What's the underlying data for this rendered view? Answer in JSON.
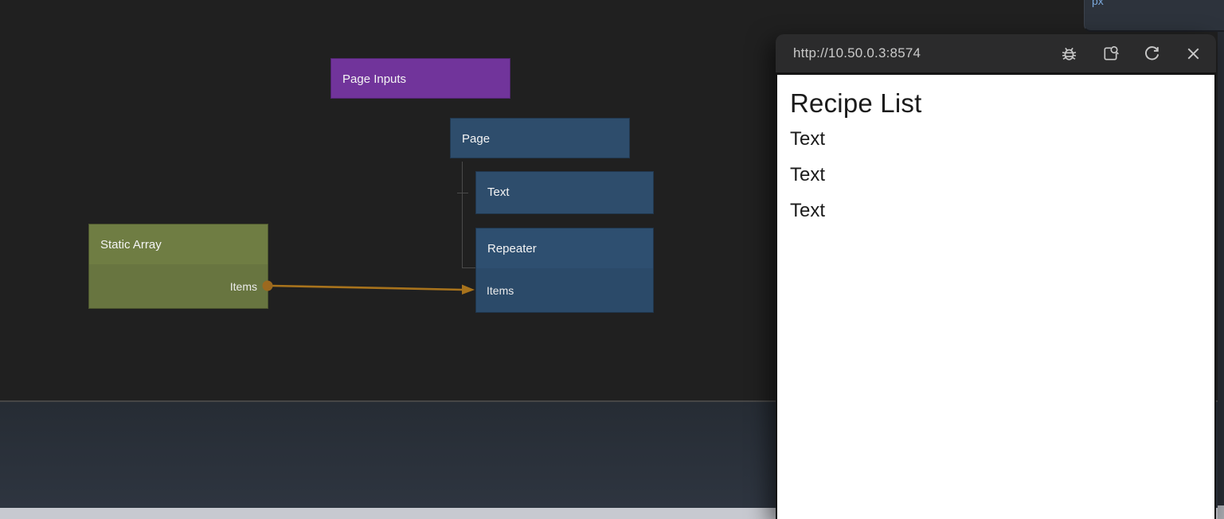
{
  "editor": {
    "nodes": {
      "page_inputs": {
        "label": "Page Inputs",
        "color": "#71349b"
      },
      "page": {
        "label": "Page",
        "color": "#2e4d6c"
      },
      "text": {
        "label": "Text",
        "color": "#2e4d6c"
      },
      "repeater": {
        "label": "Repeater",
        "color": "#2e4f70",
        "input_label": "Items"
      },
      "static_array": {
        "label": "Static Array",
        "color": "#6f7d43",
        "output_label": "Items"
      }
    },
    "wire_color": "#a8731c",
    "connector_color": "#4a4a4a"
  },
  "preview": {
    "url": "http://10.50.0.3:8574",
    "toolbar_icons": [
      "debug",
      "open-inspect",
      "refresh",
      "close"
    ],
    "content": {
      "title": "Recipe List",
      "items": [
        "Text",
        "Text",
        "Text"
      ]
    }
  },
  "properties_panel": {
    "unit_label": "px"
  }
}
